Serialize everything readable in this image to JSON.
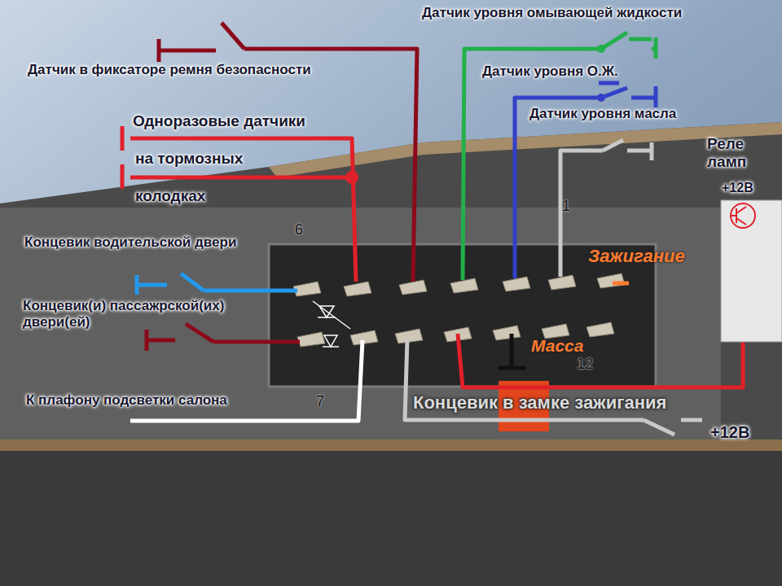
{
  "diagram": {
    "labels": [
      "Датчик уровня омывающей жидкости",
      "Датчик в фиксаторе ремня безопасности",
      "Датчик уровня О.Ж.",
      "Одноразовые датчики",
      "на тормозных",
      "колодках",
      "Датчик уровня масла",
      "Реле ламп",
      "+12В",
      "Концевик водительской двери",
      "Зажигание",
      "Концевик(и) пассажрской(их) двери(ей)",
      "Масса",
      "К плафону подсветки салона",
      "Концевик в замке зажигания",
      "+12В",
      "6",
      "1",
      "7",
      "12"
    ]
  }
}
